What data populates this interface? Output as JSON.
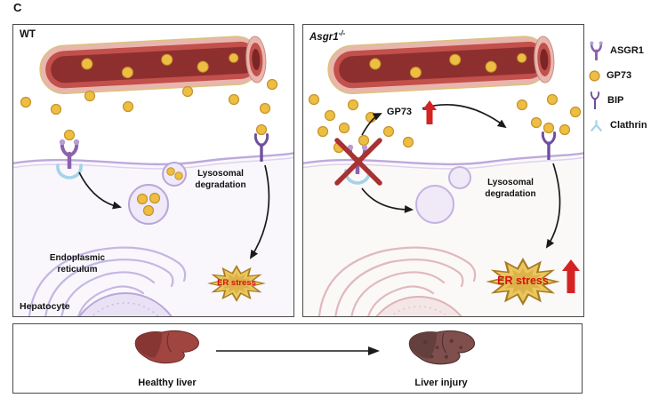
{
  "figure_label": "C",
  "panels": {
    "wt": {
      "title": "WT",
      "lysosomal_line1": "Lysosomal",
      "lysosomal_line2": "degradation",
      "er_line1": "Endoplasmic",
      "er_line2": "reticulum",
      "er_stress": "ER stress",
      "hepatocyte": "Hepatocyte"
    },
    "ko": {
      "title_gene": "Asgr1",
      "title_superscript": "-/-",
      "gp73": "GP73",
      "lysosomal_line1": "Lysosomal",
      "lysosomal_line2": "degradation",
      "er_stress": "ER stress"
    }
  },
  "legend": {
    "items": [
      {
        "label": "ASGR1",
        "icon": "asgr1-receptor-icon",
        "color": "#8a63ad"
      },
      {
        "label": "GP73",
        "icon": "gp73-dot-icon",
        "color": "#ecbe41"
      },
      {
        "label": "BIP",
        "icon": "bip-receptor-icon",
        "color": "#6f4f9e"
      },
      {
        "label": "Clathrin",
        "icon": "clathrin-icon",
        "color": "#a6d3e8"
      }
    ]
  },
  "bottom": {
    "healthy": "Healthy liver",
    "injury": "Liver injury"
  },
  "colors": {
    "gp73_dot": "#ecbe41",
    "vessel_wall": "#c2504b",
    "membrane": "#bda9dd",
    "er_stress_fill": "#e9c75e",
    "er_stress_text": "#d51212",
    "red_arrow": "#d42323"
  }
}
